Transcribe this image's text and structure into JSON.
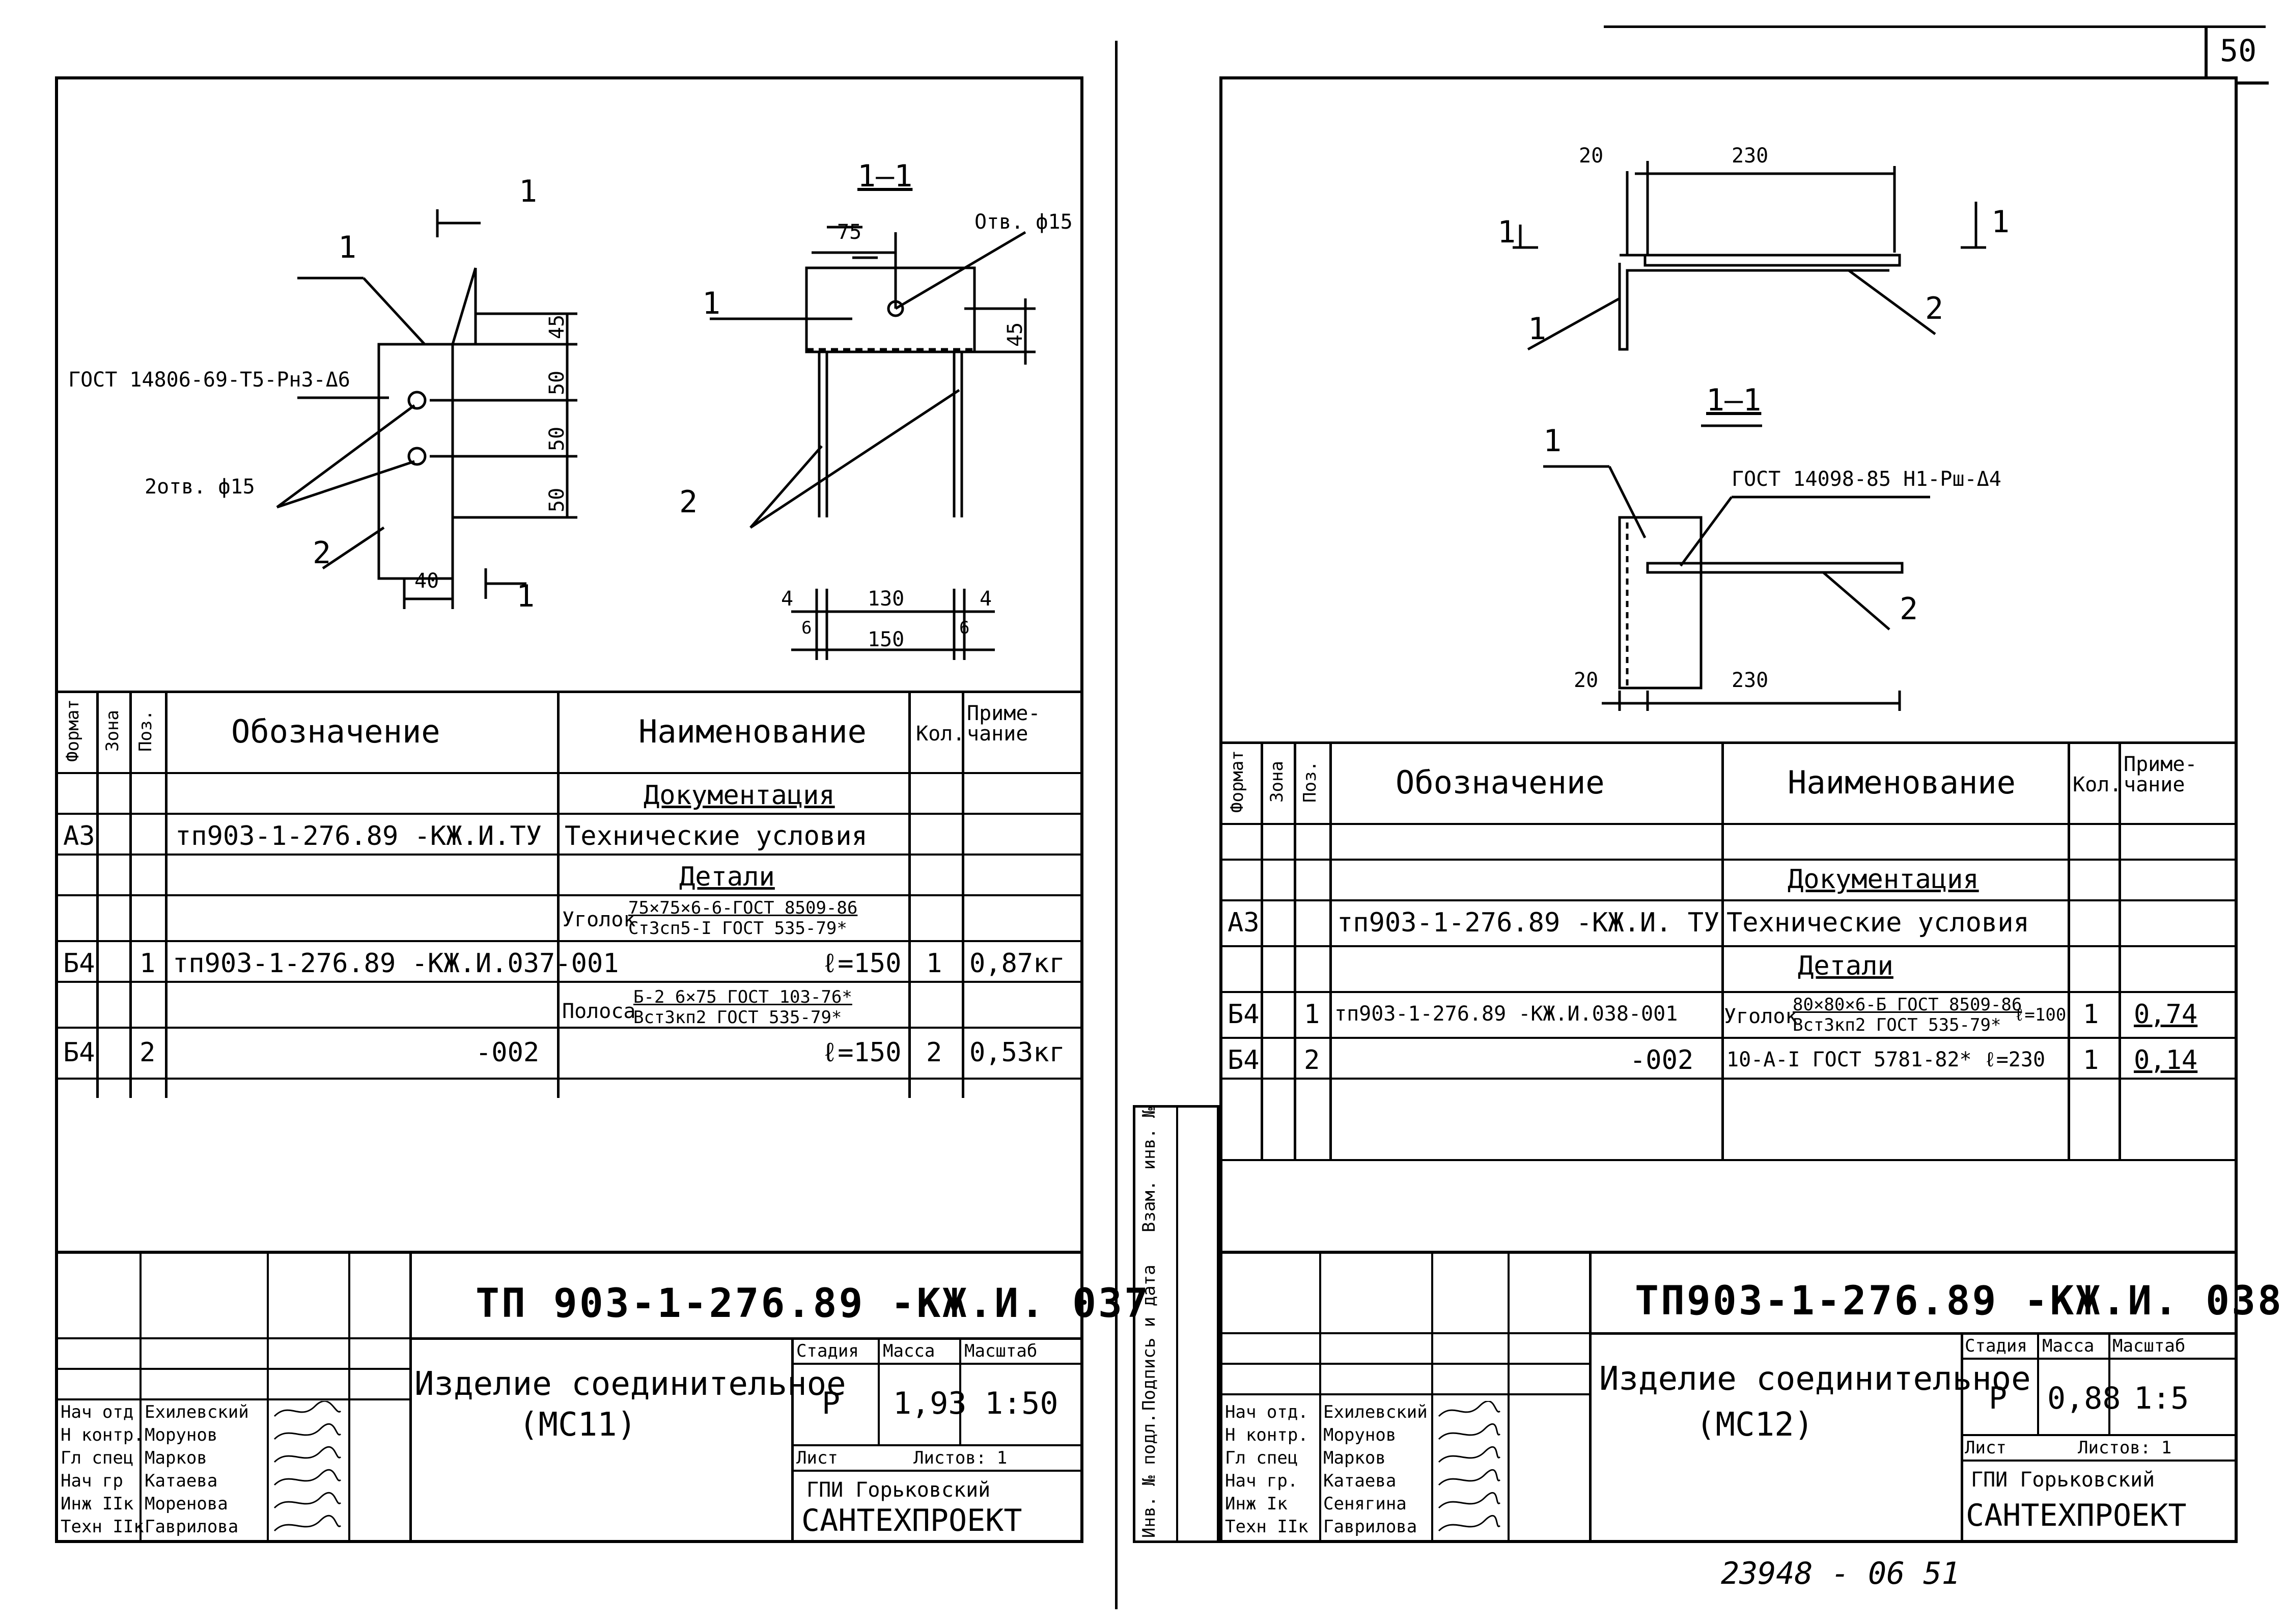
{
  "page_number": "50",
  "bottom_stamp": "23948 - 06 51",
  "left": {
    "drawing": {
      "section_label": "1—1",
      "section_marks": [
        "1",
        "1"
      ],
      "pos_labels": [
        "1",
        "1",
        "2",
        "2"
      ],
      "note_gost": "ГОСТ 14806-69-Т5-Рн3-Δ6",
      "note_holes_pair": "2отв. ф15",
      "note_hole": "Отв. ф15",
      "dims_vertical": [
        "45",
        "50",
        "50",
        "50"
      ],
      "dim_40": "40",
      "dim_75": "75",
      "dim_45_right": "45",
      "dims_bottom": [
        "4",
        "130",
        "4",
        "6",
        "6",
        "150"
      ]
    },
    "spec": {
      "headers": {
        "format": "Формат",
        "zone": "Зона",
        "pos": "Поз.",
        "designation": "Обозначение",
        "name": "Наименование",
        "qty": "Кол.",
        "note": "Приме-чание"
      },
      "section_docs": "Документация",
      "row_docs": {
        "format": "А3",
        "designation": "тп903-1-276.89 -КЖ.И.ТУ",
        "name": "Технические условия"
      },
      "section_parts": "Детали",
      "angle_label": "Уголок",
      "angle_top": "75×75×6-6-ГОСТ 8509-86",
      "angle_bottom": "Ст3сп5-I ГОСТ 535-79*",
      "row1": {
        "format": "Б4",
        "pos": "1",
        "designation": "тп903-1-276.89 -КЖ.И.037-001",
        "name": "ℓ=150",
        "qty": "1",
        "note": "0,87кг"
      },
      "strip_label": "Полоса",
      "strip_top": "Б-2 6×75 ГОСТ 103-76*",
      "strip_bottom": "Вст3кп2 ГОСТ 535-79*",
      "row2": {
        "format": "Б4",
        "pos": "2",
        "designation": "-002",
        "name": "ℓ=150",
        "qty": "2",
        "note": "0,53кг"
      }
    },
    "title_block": {
      "code": "ТП 903-1-276.89 -КЖ.И. 037",
      "description_line1": "Изделие соединительное",
      "description_line2": "(МС11)",
      "stage_label": "Стадия",
      "mass_label": "Масса",
      "scale_label": "Масштаб",
      "stage": "Р",
      "mass": "1,93",
      "scale": "1:50",
      "sheet_label": "Лист",
      "sheets_label": "Листов: 1",
      "org_line1": "ГПИ Горьковский",
      "org_line2": "САНТЕХПРОЕКТ",
      "roles": [
        "Нач отд",
        "Н контр.",
        "Гл спец",
        "Нач гр",
        "Инж IIк",
        "Техн IIк"
      ],
      "names": [
        "Ехилевский",
        "Морунов",
        "Марков",
        "Катаева",
        "Моренова",
        "Гаврилова"
      ]
    }
  },
  "right": {
    "drawing": {
      "section_label": "1—1",
      "section_marks": [
        "1",
        "1"
      ],
      "pos_labels": [
        "1",
        "2",
        "1",
        "2"
      ],
      "dim_20_top": "20",
      "dim_230_top": "230",
      "dim_20_bottom": "20",
      "dim_230_bottom": "230",
      "note_gost": "ГОСТ 14098-85 Н1-Рш-Δ4"
    },
    "spec": {
      "headers": {
        "format": "Формат",
        "zone": "Зона",
        "pos": "Поз.",
        "designation": "Обозначение",
        "name": "Наименование",
        "qty": "Кол.",
        "note": "Приме-чание"
      },
      "section_docs": "Документация",
      "row_docs": {
        "format": "А3",
        "designation": "тп903-1-276.89 -КЖ.И. ТУ",
        "name": "Технические условия"
      },
      "section_parts": "Детали",
      "row1": {
        "format": "Б4",
        "pos": "1",
        "designation": "тп903-1-276.89 -КЖ.И.038-001",
        "name_label": "Уголок",
        "name_top": "80×80×6-Б ГОСТ 8509-86",
        "name_bottom": "Вст3кп2 ГОСТ 535-79*",
        "name_len": "ℓ=100",
        "qty": "1",
        "note": "0,74"
      },
      "row2": {
        "format": "Б4",
        "pos": "2",
        "designation": "-002",
        "name": "10-А-I ГОСТ 5781-82* ℓ=230",
        "qty": "1",
        "note": "0,14"
      }
    },
    "side_labels": [
      "Инв. № подл.",
      "Подпись и дата",
      "Взам. инв. №"
    ],
    "title_block": {
      "code": "ТП903-1-276.89 -КЖ.И. 038",
      "description_line1": "Изделие соединительное",
      "description_line2": "(МС12)",
      "stage_label": "Стадия",
      "mass_label": "Масса",
      "scale_label": "Масштаб",
      "stage": "Р",
      "mass": "0,88",
      "scale": "1:5",
      "sheet_label": "Лист",
      "sheets_label": "Листов: 1",
      "org_line1": "ГПИ Горьковский",
      "org_line2": "САНТЕХПРОЕКТ",
      "roles": [
        "Нач отд.",
        "Н контр.",
        "Гл спец",
        "Нач гр.",
        "Инж Iк",
        "Техн IIк"
      ],
      "names": [
        "Ехилевский",
        "Морунов",
        "Марков",
        "Катаева",
        "Сенягина",
        "Гаврилова"
      ]
    }
  }
}
